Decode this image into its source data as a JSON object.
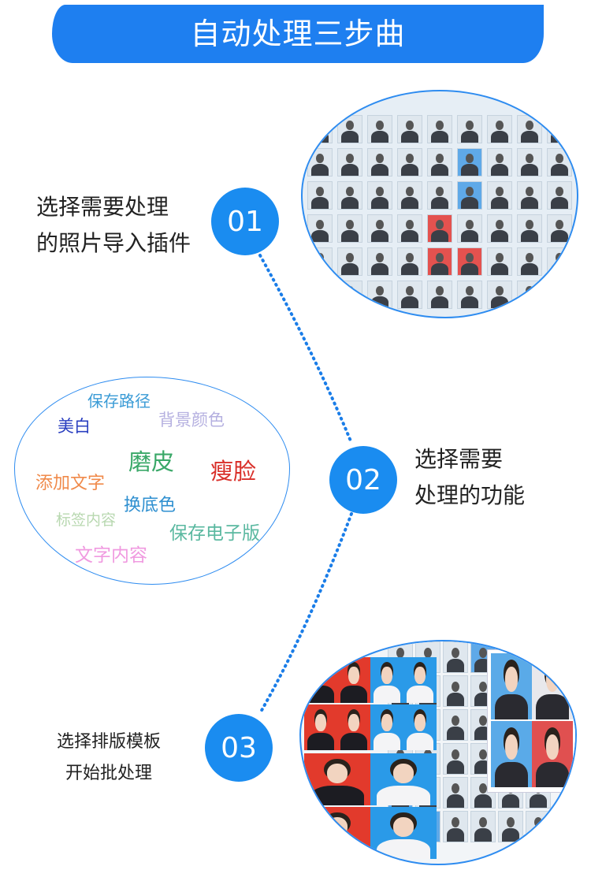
{
  "banner": {
    "title": "自动处理三步曲"
  },
  "steps": [
    {
      "number": "01",
      "lines": [
        "选择需要处理",
        "的照片导入插件"
      ]
    },
    {
      "number": "02",
      "lines": [
        "选择需要",
        "处理的功能"
      ]
    },
    {
      "number": "03",
      "lines": [
        "选择排版模板",
        "开始批处理"
      ]
    }
  ],
  "functions": [
    {
      "label": "保存路径",
      "color": "#3a9bd6"
    },
    {
      "label": "美白",
      "color": "#2a3fc0"
    },
    {
      "label": "背景颜色",
      "color": "#b5b0e0"
    },
    {
      "label": "磨皮",
      "color": "#3aa868"
    },
    {
      "label": "瘦脸",
      "color": "#d9302a"
    },
    {
      "label": "添加文字",
      "color": "#f08a4a"
    },
    {
      "label": "换底色",
      "color": "#2e8fd0"
    },
    {
      "label": "标签内容",
      "color": "#b8d8b0"
    },
    {
      "label": "保存电子版",
      "color": "#5ab8a0"
    },
    {
      "label": "文字内容",
      "color": "#f09ae0"
    }
  ],
  "colors": {
    "accent": "#1e7ff0",
    "circle": "#1a8cf0",
    "dots": "#1a7de8"
  }
}
